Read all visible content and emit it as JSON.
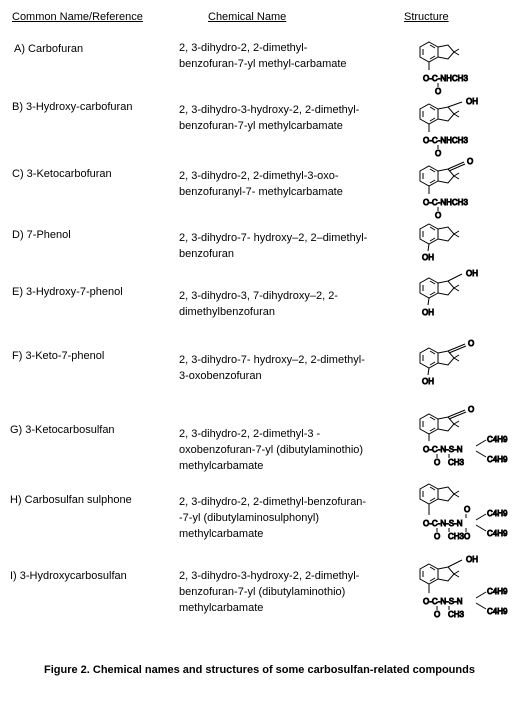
{
  "headers": {
    "common_name": "Common Name/Reference",
    "chemical_name": "Chemical Name",
    "structure": "Structure"
  },
  "rows": [
    {
      "common": "A)  Carbofuran",
      "chemical_lines": [
        "2, 3-dihydro-2, 2-dimethyl-",
        "benzofuran-7-yl methyl-carbamate"
      ],
      "labels": {
        "side": "O-C-NHCH3",
        "eq": "O"
      }
    },
    {
      "common": "B)  3-Hydroxy-carbofuran",
      "chemical_lines": [
        "2, 3-dihydro-3-hydroxy-2, 2-dimethyl-",
        "benzofuran-7-yl methylcarbamate"
      ],
      "labels": {
        "top": "OH",
        "side": "O-C-NHCH3",
        "eq": "O"
      }
    },
    {
      "common": "C)  3-Ketocarbofuran",
      "chemical_lines": [
        "2, 3-dihydro-2, 2-dimethyl-3-oxo-",
        "benzofuranyl-7- methylcarbamate"
      ],
      "labels": {
        "top": "O",
        "side": "O-C-NHCH3",
        "eq": "O"
      }
    },
    {
      "common": "D)  7-Phenol",
      "chemical_lines": [
        "2, 3-dihydro-7- hydroxy–2, 2–dimethyl-",
        "benzofuran"
      ],
      "labels": {
        "oh": "OH"
      }
    },
    {
      "common": "E)  3-Hydroxy-7-phenol",
      "chemical_lines": [
        "2, 3-dihydro-3, 7-dihydroxy–2, 2-",
        "dimethylbenzofuran"
      ],
      "labels": {
        "top": "OH",
        "oh": "OH"
      }
    },
    {
      "common": "F)  3-Keto-7-phenol",
      "chemical_lines": [
        "2, 3-dihydro-7- hydroxy–2, 2-dimethyl-",
        "3-oxobenzofuran"
      ],
      "labels": {
        "top": "O",
        "oh": "OH"
      }
    },
    {
      "common": "G)  3-Ketocarbosulfan",
      "chemical_lines": [
        "2, 3-dihydro-2, 2-dimethyl-3 -",
        "oxobenzofuran-7-yl (dibutylaminothio)",
        "methylcarbamate"
      ],
      "labels": {
        "top": "O",
        "chain": "O-C-N-S-N",
        "eq": "O",
        "ch3": "CH3",
        "c4h9_top": "C4H9",
        "c4h9_bot": "C4H9"
      }
    },
    {
      "common": "H)  Carbosulfan sulphone",
      "chemical_lines": [
        "2, 3-dihydro-2, 2-dimethyl-benzofuran-",
        "-7-yl (dibutylaminosulphonyl)",
        "methylcarbamate"
      ],
      "labels": {
        "chain": "O-C-N-S-N",
        "eq": "O",
        "ch3": "CH3",
        "so_top": "O",
        "so_bot": "O",
        "c4h9_top": "C4H9",
        "c4h9_bot": "C4H9"
      }
    },
    {
      "common": "I)  3-Hydroxycarbosulfan",
      "chemical_lines": [
        "2, 3-dihydro-3-hydroxy-2, 2-dimethyl-",
        "benzofuran-7-yl (dibutylaminothio)",
        "methylcarbamate"
      ],
      "labels": {
        "top": "OH",
        "chain": "O-C-N-S-N",
        "eq": "O",
        "ch3": "CH3",
        "c4h9_top": "C4H9",
        "c4h9_bot": "C4H9"
      }
    }
  ],
  "caption": "Figure 2.  Chemical names and structures of some carbosulfan-related compounds"
}
